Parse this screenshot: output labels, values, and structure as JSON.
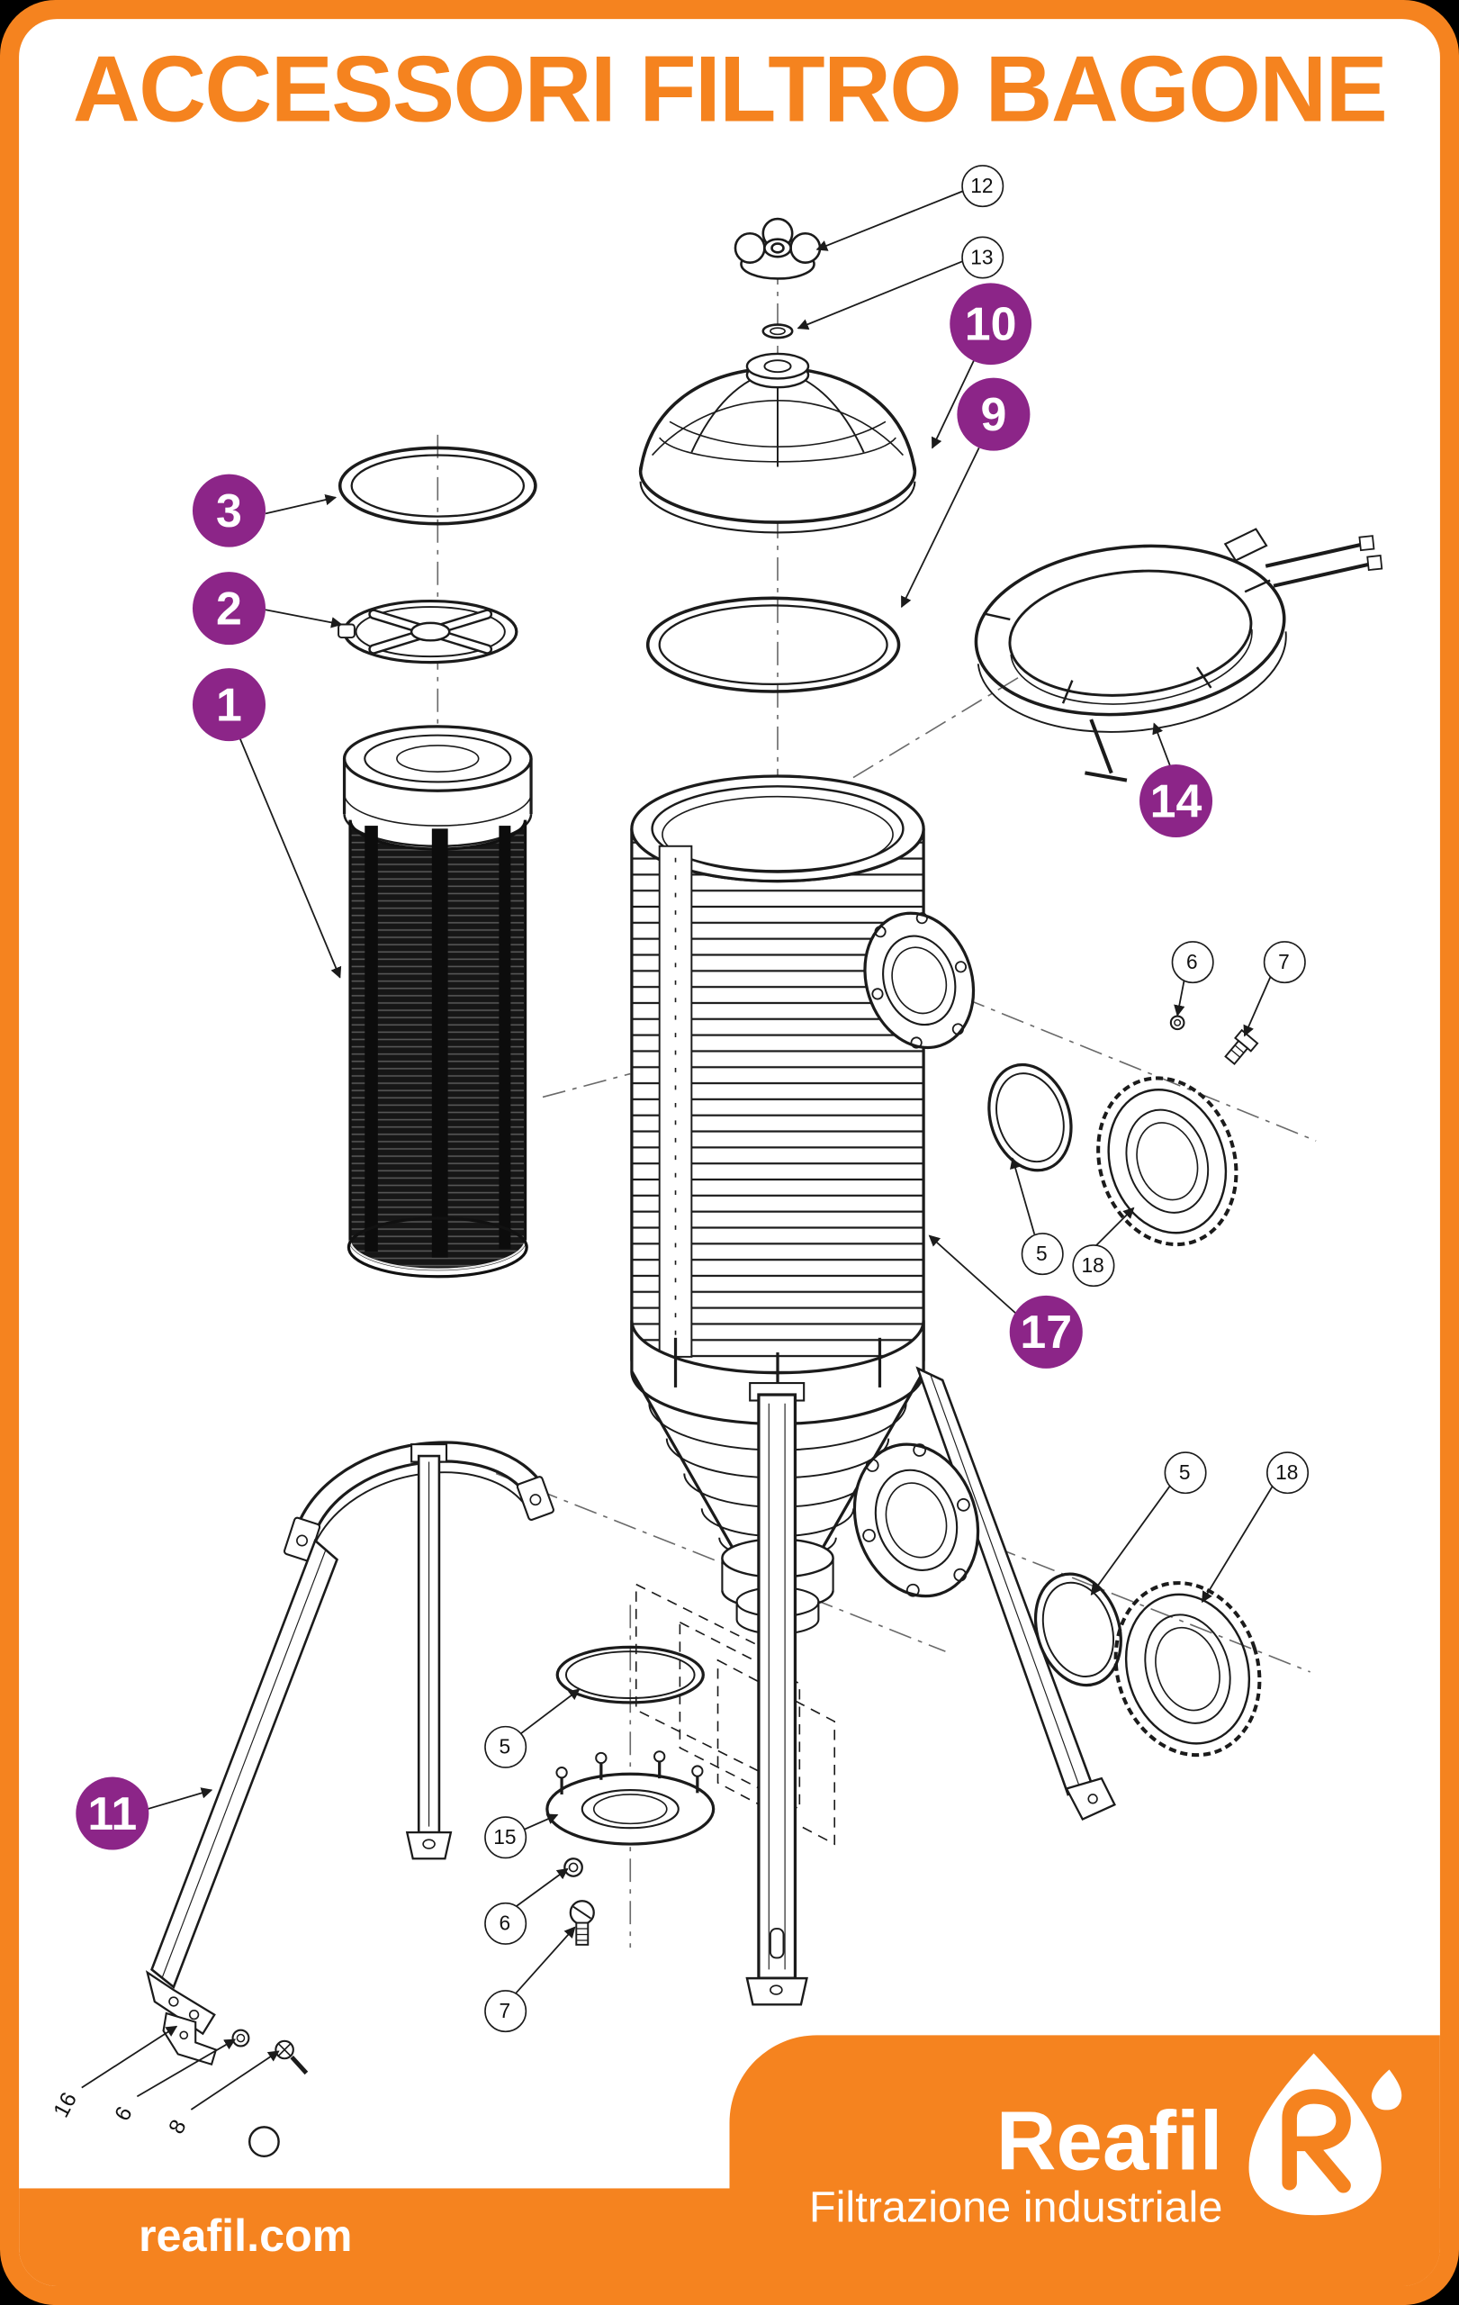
{
  "page": {
    "title": "ACCESSORI FILTRO BAGONE"
  },
  "colors": {
    "orange": "#F5831F",
    "purple": "#8C2588",
    "ink": "#1B1B1B",
    "white": "#FFFFFF"
  },
  "callouts": {
    "primary": [
      {
        "label": "1"
      },
      {
        "label": "2"
      },
      {
        "label": "3"
      },
      {
        "label": "9"
      },
      {
        "label": "10"
      },
      {
        "label": "11"
      },
      {
        "label": "14"
      },
      {
        "label": "17"
      }
    ],
    "secondary": [
      {
        "label": "12"
      },
      {
        "label": "13"
      },
      {
        "label": "6"
      },
      {
        "label": "7"
      },
      {
        "label": "5"
      },
      {
        "label": "18"
      },
      {
        "label": "5"
      },
      {
        "label": "18"
      },
      {
        "label": "5"
      },
      {
        "label": "15"
      },
      {
        "label": "6"
      },
      {
        "label": "7"
      }
    ],
    "rotated": [
      {
        "label": "16"
      },
      {
        "label": "6"
      },
      {
        "label": "8"
      }
    ]
  },
  "footer": {
    "website": "reafil.com",
    "brand": "Reafil",
    "tagline": "Filtrazione industriale"
  }
}
